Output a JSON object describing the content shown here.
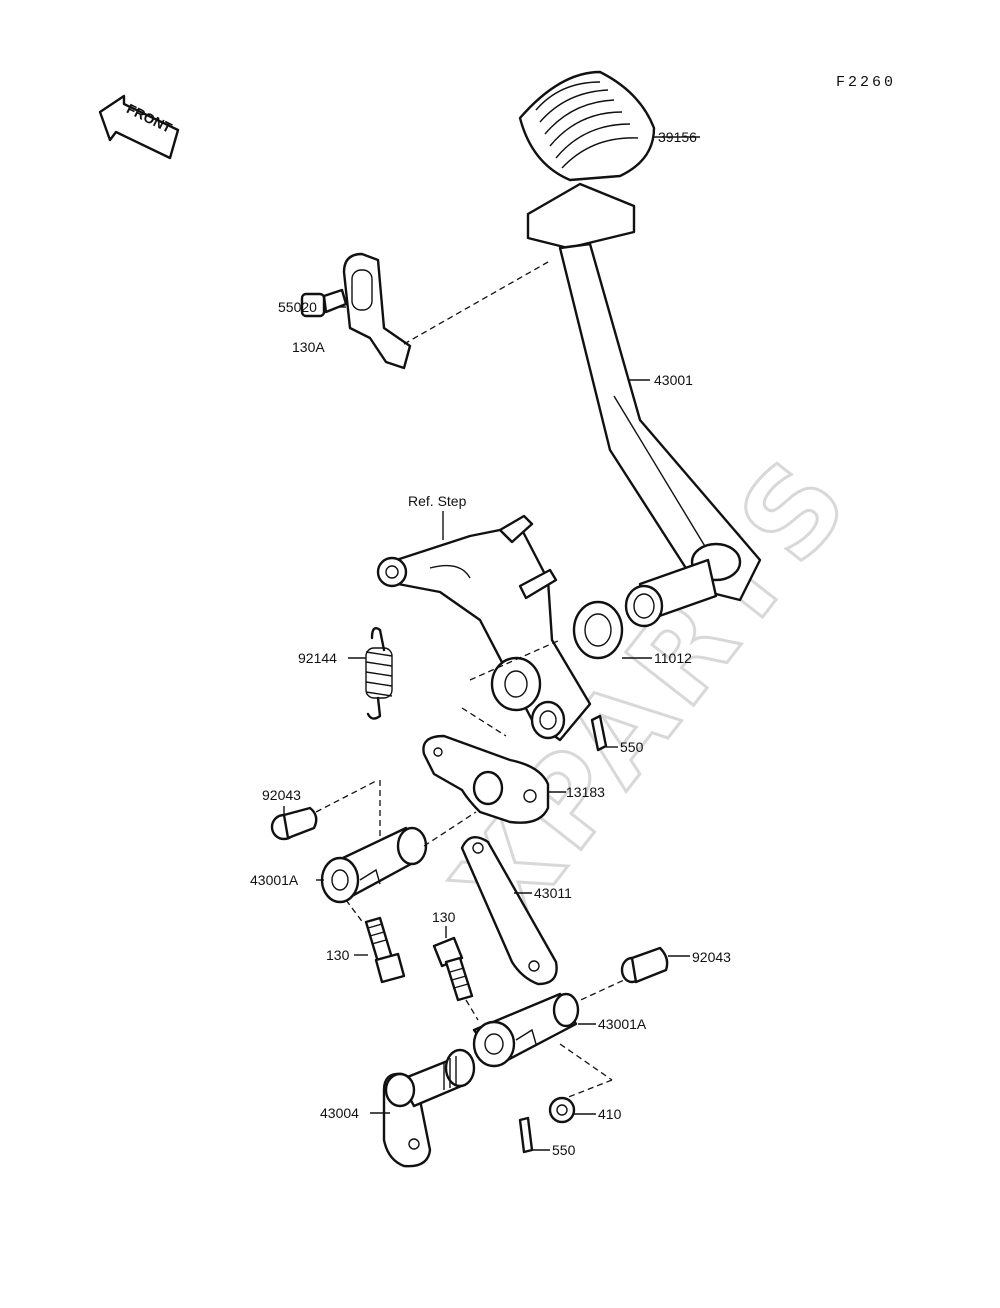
{
  "diagram": {
    "code": "F2260",
    "front_label": "FRONT",
    "watermark": "XPARTS",
    "callouts": {
      "c39156": "39156",
      "c55020": "55020",
      "c130A": "130A",
      "c43001": "43001",
      "cRefStep": "Ref. Step",
      "c92144": "92144",
      "c11012": "11012",
      "c550a": "550",
      "c13183": "13183",
      "c92043a": "92043",
      "c43001Aa": "43001A",
      "c43011": "43011",
      "c130b": "130",
      "c130c": "130",
      "c92043b": "92043",
      "c43001Ab": "43001A",
      "c43004": "43004",
      "c410": "410",
      "c550b": "550"
    }
  }
}
